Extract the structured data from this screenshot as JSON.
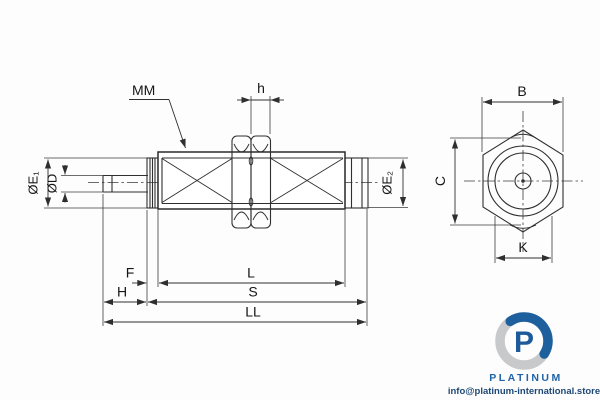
{
  "side_view": {
    "labels": {
      "mm": "MM",
      "h": "h",
      "dia_e1": "ØE₁",
      "dia_d": "ØD",
      "dia_e2": "ØE₂",
      "f": "F",
      "l": "L",
      "h_stroke": "H",
      "s": "S",
      "ll": "LL"
    }
  },
  "end_view": {
    "labels": {
      "b": "B",
      "c": "C",
      "k": "K"
    }
  },
  "branding": {
    "logo_initial": "P",
    "wordmark": "PLATINUM",
    "email": "info@platinum-international.store",
    "colors": {
      "blue": "#1e5f9e",
      "navy": "#1d4875",
      "silver": "#c7c9cb"
    }
  }
}
